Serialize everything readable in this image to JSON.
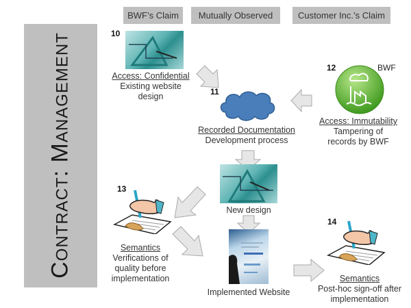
{
  "headers": {
    "bwf_claim": "BWF’s Claim",
    "mutual": "Mutually Observed",
    "customer_claim": "Customer Inc.’s Claim"
  },
  "banner": {
    "title": "Contract: Management"
  },
  "nodes": {
    "n10": {
      "number": "10",
      "title": "Access: Confidential",
      "desc_line1": "Existing website",
      "desc_line2": "design",
      "icon": "blueprint-image"
    },
    "n11": {
      "number": "11",
      "title": "Recorded Documentation",
      "desc_line1": "Development process",
      "icon": "cloud-icon"
    },
    "n12": {
      "number": "12",
      "badge": "BWF",
      "title": "Access: Immutability",
      "desc_line1": "Tampering of",
      "desc_line2": "records by BWF",
      "icon": "factory-icon"
    },
    "new_design": {
      "label": "New design",
      "icon": "blueprint-image"
    },
    "n13": {
      "number": "13",
      "title": "Semantics",
      "desc_line1": "Verifications of",
      "desc_line2": "quality before",
      "desc_line3": "implementation",
      "icon": "signing-hand-icon"
    },
    "implemented": {
      "label": "Implemented Website",
      "icon": "website-image"
    },
    "n14": {
      "number": "14",
      "title": "Semantics",
      "desc_line1": "Post-hoc sign-off after",
      "desc_line2": "implementation",
      "icon": "signing-hand-icon"
    }
  },
  "colors": {
    "header_bg": "#bfbfbf",
    "cloud": "#4a7ebb",
    "factory_green": "#6cbf3c",
    "arrow_fill": "#e6e6e6"
  }
}
